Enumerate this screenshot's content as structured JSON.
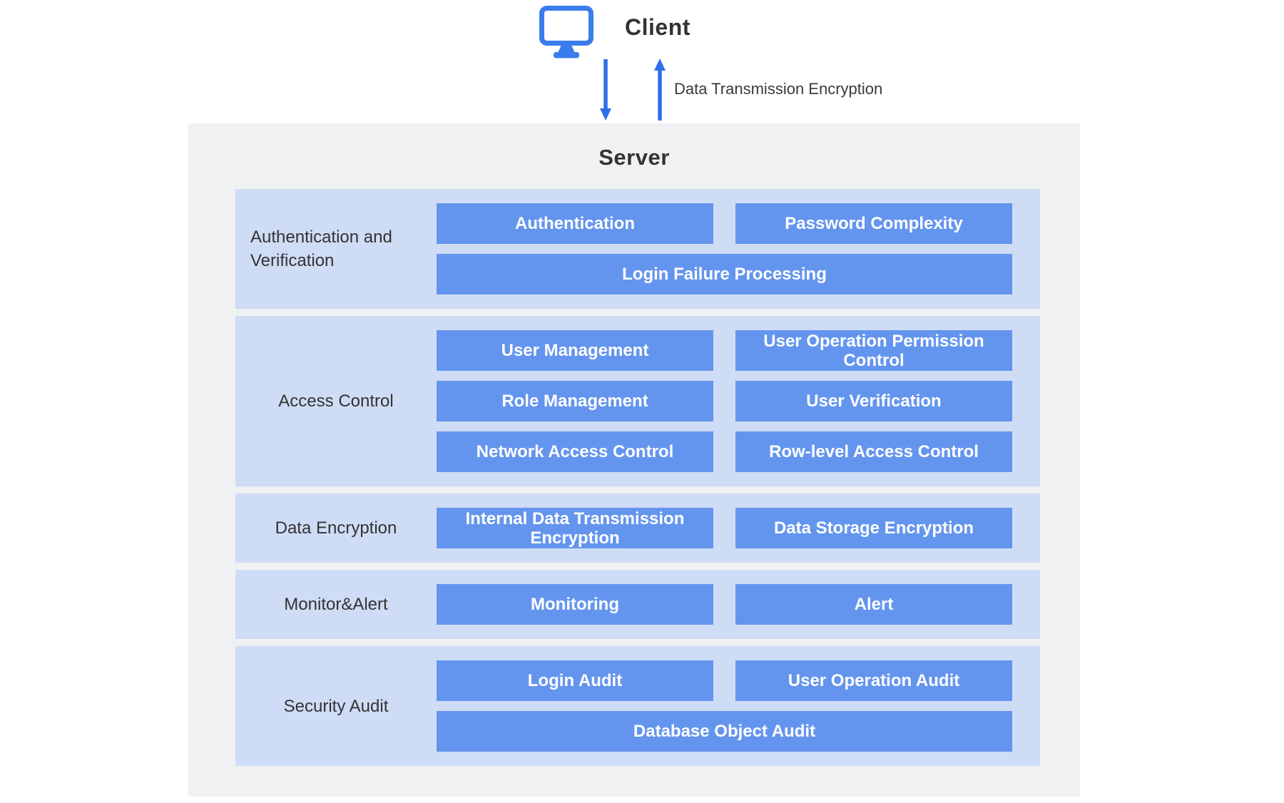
{
  "client": {
    "label": "Client"
  },
  "connection": {
    "label": "Data Transmission Encryption"
  },
  "server": {
    "title": "Server",
    "rows": [
      {
        "label": "Authentication and Verification",
        "box_rows": [
          [
            "Authentication",
            "Password Complexity"
          ],
          [
            "Login Failure Processing"
          ]
        ]
      },
      {
        "label": "Access Control",
        "box_rows": [
          [
            "User Management",
            "User Operation Permission Control"
          ],
          [
            "Role Management",
            "User Verification"
          ],
          [
            "Network Access Control",
            "Row-level Access Control"
          ]
        ]
      },
      {
        "label": "Data Encryption",
        "box_rows": [
          [
            "Internal Data Transmission Encryption",
            "Data Storage Encryption"
          ]
        ]
      },
      {
        "label": "Monitor&Alert",
        "box_rows": [
          [
            "Monitoring",
            "Alert"
          ]
        ]
      },
      {
        "label": "Security Audit",
        "box_rows": [
          [
            "Login Audit",
            "User Operation Audit"
          ],
          [
            "Database Object Audit"
          ]
        ]
      }
    ]
  },
  "icons": {
    "client_icon": "monitor-icon",
    "down_arrow": "arrow-down-icon",
    "up_arrow": "arrow-up-icon"
  },
  "colors": {
    "panel_gray": "#f0f1f2",
    "row_blue": "#cfdcf5",
    "box_blue": "#6495ee",
    "icon_blue": "#3b7cec",
    "arrow_blue": "#2e6fe8",
    "text_dark": "#333333",
    "box_text": "#ffffff"
  }
}
